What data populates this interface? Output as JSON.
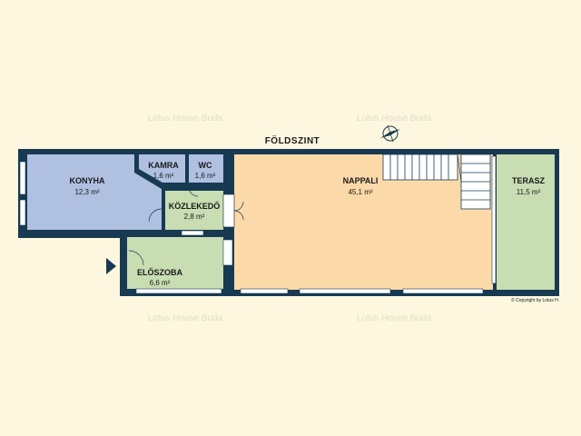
{
  "floor_title": "FÖLDSZINT",
  "watermark": "Lotus House Buda",
  "copyright": "© Copyright by Lotus H.",
  "colors": {
    "background": "#fdf7e0",
    "wall": "#173a52",
    "kitchen": "#afc0e0",
    "utility": "#afc0e0",
    "living": "#fcd9a8",
    "hall": "#c8ddb2",
    "terrace": "#c8ddb2"
  },
  "rooms": {
    "konyha": {
      "name": "KONYHA",
      "area": "12,3 m²"
    },
    "kamra": {
      "name": "KAMRA",
      "area": "1,6 m²"
    },
    "wc": {
      "name": "WC",
      "area": "1,6 m²"
    },
    "kozlekedo": {
      "name": "KÖZLEKEDŐ",
      "area": "2,8 m²"
    },
    "eloszoba": {
      "name": "ELŐSZOBA",
      "area": "6,6 m²"
    },
    "nappali": {
      "name": "NAPPALI",
      "area": "45,1 m²"
    },
    "terasz": {
      "name": "TERASZ",
      "area": "11,5 m²"
    }
  },
  "icons": {
    "compass": "compass-icon",
    "entrance": "entrance-arrow-icon"
  }
}
